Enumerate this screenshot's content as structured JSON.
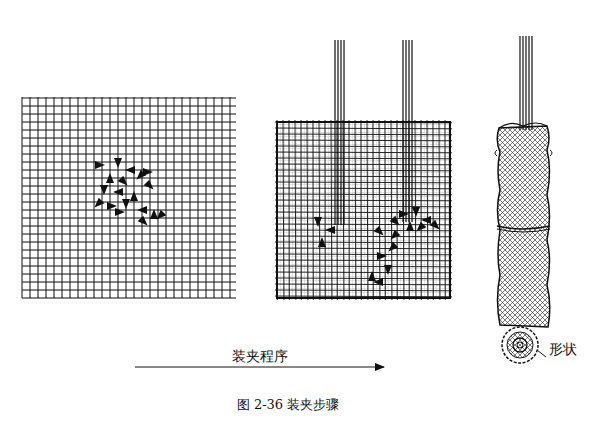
{
  "diagram": {
    "caption": "图 2-36 装夹步骤",
    "labels": [
      "装夹程序",
      "形状"
    ]
  }
}
